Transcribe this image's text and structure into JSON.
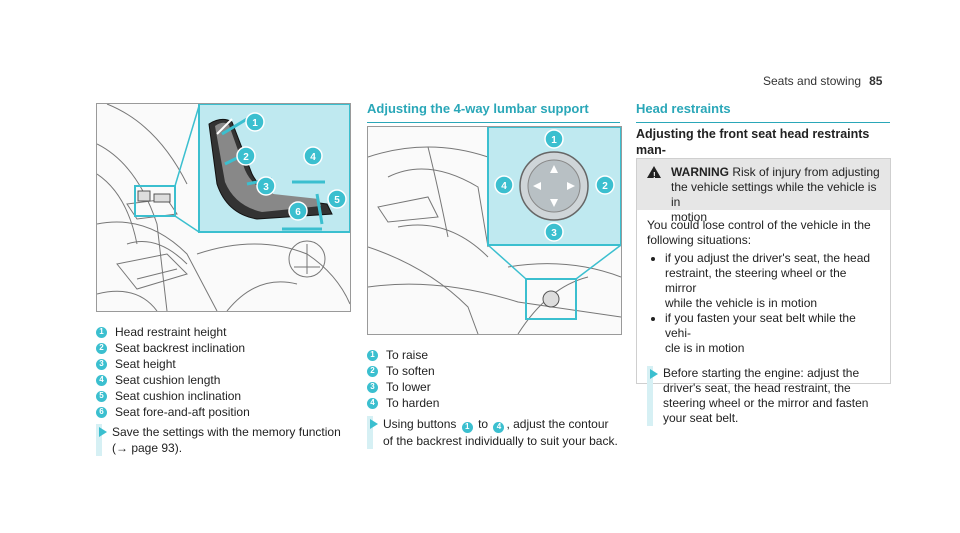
{
  "header": {
    "section": "Seats and stowing",
    "page": "85"
  },
  "fig1": {
    "callouts": [
      "1",
      "2",
      "3",
      "4",
      "5",
      "6"
    ],
    "legend": [
      {
        "n": "1",
        "text": "Head restraint height"
      },
      {
        "n": "2",
        "text": "Seat backrest inclination"
      },
      {
        "n": "3",
        "text": "Seat height"
      },
      {
        "n": "4",
        "text": "Seat cushion length"
      },
      {
        "n": "5",
        "text": "Seat cushion inclination"
      },
      {
        "n": "6",
        "text": "Seat fore-and-aft position"
      }
    ],
    "instruction": {
      "line1": "Save the settings with the memory function",
      "line2": "(→ page 93)."
    }
  },
  "lumbar": {
    "title": "Adjusting the 4-way lumbar support",
    "callouts": [
      "1",
      "2",
      "3",
      "4"
    ],
    "legend": [
      {
        "n": "1",
        "text": "To raise"
      },
      {
        "n": "2",
        "text": "To soften"
      },
      {
        "n": "3",
        "text": "To lower"
      },
      {
        "n": "4",
        "text": "To harden"
      }
    ],
    "instruction": {
      "pre": "Using buttons",
      "n1": "1",
      "mid": "to",
      "n2": "4",
      "post": ", adjust the contour",
      "line2": "of the backrest individually to suit your back."
    }
  },
  "head": {
    "title": "Head restraints",
    "subtitle1": "Adjusting the front seat head restraints man-",
    "subtitle2": "ually",
    "warning": {
      "label": "WARNING",
      "text": "Risk of injury from adjusting",
      "text2": "the vehicle settings while the vehicle is in",
      "text3": "motion",
      "intro1": "You could lose control of the vehicle in the",
      "intro2": "following situations:",
      "bullet1a": "if you adjust the driver's seat, the head",
      "bullet1b": "restraint, the steering wheel or the mirror",
      "bullet1c": "while the vehicle is in motion",
      "bullet2a": "if you fasten your seat belt while the vehi-",
      "bullet2b": "cle is in motion",
      "instr1": "Before starting the engine: adjust the",
      "instr2": "driver's seat, the head restraint, the",
      "instr3": "steering wheel or the mirror and fasten",
      "instr4": "your seat belt."
    }
  },
  "colors": {
    "accent": "#3bbfcf",
    "highlight": "#bfe9f0",
    "heading": "#2aa7b8"
  }
}
